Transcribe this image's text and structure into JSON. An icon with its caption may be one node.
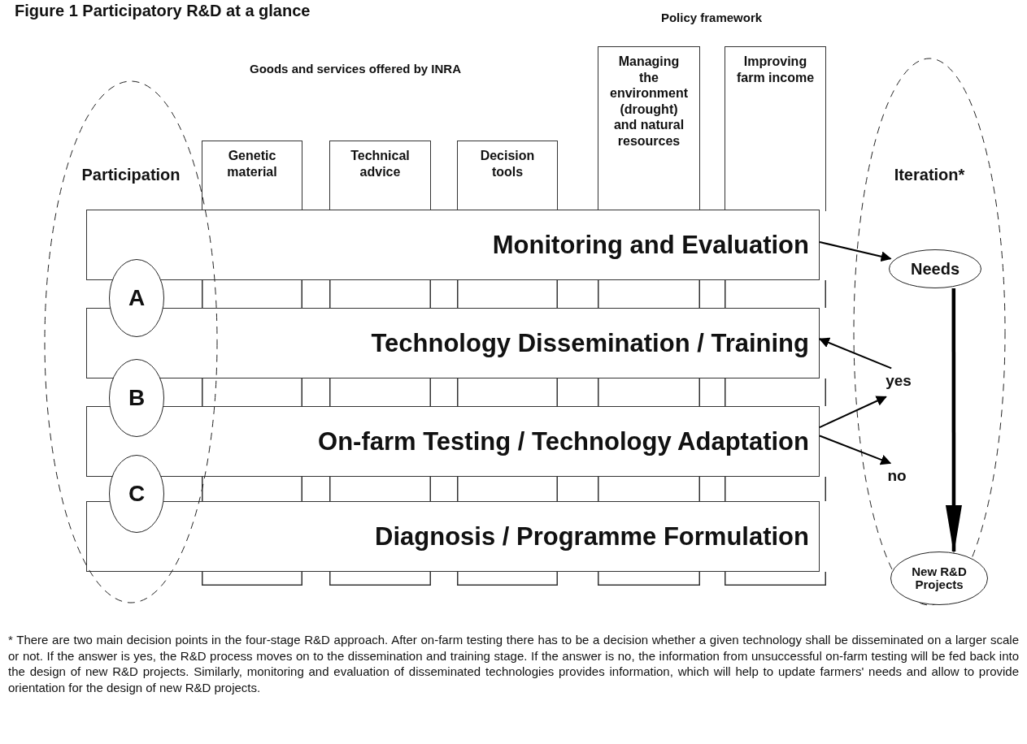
{
  "diagram": {
    "title": "Figure 1 Participatory R&D at a glance",
    "caption": "* There are two main decision points in the four-stage R&D approach. After on-farm testing there has to be a decision whether a given technology shall be disseminated on a larger scale or not. If the answer is yes, the R&D process moves on to the dissemination and training stage. If the answer is no, the information from unsuccessful on-farm testing will be fed back into the design of new R&D projects. Similarly, monitoring and evaluation of disseminated technologies provides information, which will help to update farmers' needs and allow to provide orientation for the design of new R&D projects.",
    "nodes": [
      {
        "text": [
          "Participation"
        ]
      },
      {
        "text": [
          "A"
        ],
        "in": 0
      },
      {
        "text": [
          "B"
        ],
        "in": 0
      },
      {
        "text": [
          "C"
        ],
        "in": 0
      },
      {
        "text": [
          "Genetic material"
        ]
      },
      {
        "text": [
          "Technical advice"
        ]
      },
      {
        "text": [
          "Decision tools"
        ]
      },
      {
        "text": [
          "Managing the environment (drought) and natural resources"
        ]
      },
      {
        "text": [
          "Improving farm income"
        ]
      },
      {
        "text": [
          "Monitoring and Evaluation"
        ]
      },
      {
        "text": [
          "Technology Dissemination / Training"
        ]
      },
      {
        "text": [
          "On-farm Testing / Technology Adaptation"
        ]
      },
      {
        "text": [
          "Diagnosis / Programme Formulation"
        ]
      },
      {
        "text": [
          "Iteration*"
        ]
      },
      {
        "text": [
          "Needs"
        ],
        "in": 13
      },
      {
        "text": [
          "yes"
        ],
        "in": 13
      },
      {
        "text": [
          "no"
        ],
        "in": 13
      },
      {
        "text": [
          "New R&D Projects"
        ],
        "in": 13
      }
    ],
    "edges": [
      {
        "from": 9,
        "to": 14,
        "arrow": "to"
      },
      {
        "from": 11,
        "to": 15,
        "arrow": "to"
      },
      {
        "from": 15,
        "to": 10,
        "arrow": "to"
      },
      {
        "from": 11,
        "to": 16,
        "arrow": "to"
      },
      {
        "from": 14,
        "to": 17,
        "arrow": "to",
        "style": "thick"
      }
    ],
    "labels": [
      "Goods and services offered by INRA",
      "Policy framework"
    ]
  }
}
